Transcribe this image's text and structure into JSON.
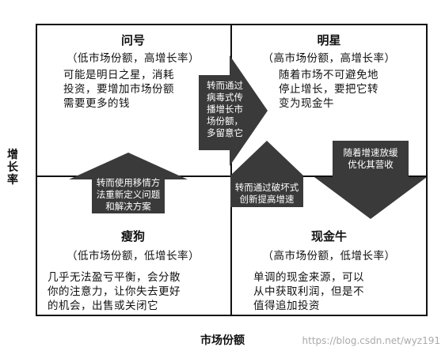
{
  "axes": {
    "x_label": "市场份额",
    "y_label": "增长率"
  },
  "quadrants": {
    "question": {
      "title": "问号",
      "subtitle": "（低市场份额，高增长率）",
      "desc_lines": [
        "可能是明日之星，消耗",
        "投资，要增加市场份额",
        "需要更多的钱"
      ]
    },
    "star": {
      "title": "明星",
      "subtitle": "（高市场份额，高增长率）",
      "desc_lines": [
        "随着市场不可避免地",
        "停止增长，要把它转",
        "变为现金牛"
      ]
    },
    "dog": {
      "title": "瘦狗",
      "subtitle": "（低市场份额，低增长率）",
      "desc_lines": [
        "几乎无法盈亏平衡，会分散",
        "你的注意力，让你失去更好",
        "的机会，出售或关闭它"
      ]
    },
    "cash_cow": {
      "title": "现金牛",
      "subtitle": "（高市场份额，低增长率）",
      "desc_lines": [
        "单调的现金来源，可以",
        "从中获取利润，但是不",
        "值得追加投资"
      ]
    }
  },
  "arrows": {
    "viral": {
      "lines": [
        "转而通过",
        "病毒式传",
        "播增长市",
        "场份额，",
        "多留意它"
      ]
    },
    "metaphor": {
      "lines": [
        "转而使用移情方",
        "法重新定义问题",
        "和解决方案"
      ]
    },
    "disrupt": {
      "lines": [
        "转而通过破坏式",
        "创新提高增速"
      ]
    },
    "slowdown": {
      "lines": [
        "随着增速放缓",
        "优化其营收"
      ]
    }
  },
  "colors": {
    "arrow_fill": "#3a3a3a",
    "line": "#111111"
  },
  "watermark": "https://blog.csdn.net/wyz191"
}
